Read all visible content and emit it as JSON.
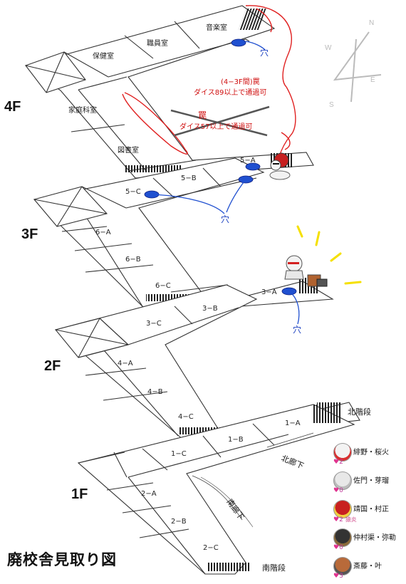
{
  "title": "廃校舎見取り図",
  "floors": {
    "f4": "4F",
    "f3": "3F",
    "f2": "2F",
    "f1": "1F"
  },
  "rooms": {
    "hoken": "保健室",
    "shokuin": "職員室",
    "ongaku": "音楽室",
    "katei": "家庭科室",
    "tosho": "図書室",
    "r5a": "5−A",
    "r5b": "5−B",
    "r5c": "5−C",
    "r6a": "6−A",
    "r6b": "6−B",
    "r6c": "6−C",
    "r3a": "3−A",
    "r3b": "3−B",
    "r3c": "3−C",
    "r4a": "4−A",
    "r4b": "4−B",
    "r4c": "4−C",
    "r1a": "1−A",
    "r1b": "1−B",
    "r1c": "1−C",
    "r2a": "2−A",
    "r2b": "2−B",
    "r2c": "2−C"
  },
  "labels": {
    "north_stairs": "北階段",
    "north_corridor": "北廊下",
    "south_corridor": "南廊下",
    "south_stairs": "南階段",
    "hole": "穴"
  },
  "annotations": {
    "trap1_title": "(4−3F間)罠",
    "trap1_text": "ダイス89以上で通過可",
    "trap2_title": "罠",
    "trap2_text": "ダイス57以上で通過可"
  },
  "compass": {
    "n": "N",
    "s": "S",
    "e": "E",
    "w": "W"
  },
  "members": [
    {
      "name": "緋野・桜火",
      "hp": "2",
      "cond": "",
      "hair": "#f3f3f3",
      "accent": "#d93030"
    },
    {
      "name": "佐門・芽瑠",
      "hp": "0",
      "cond": "",
      "hair": "#e8e8e8",
      "accent": "#bbbbbb"
    },
    {
      "name": "靖国・村正",
      "hp": "2",
      "cond": "猿炎",
      "hair": "#c82020",
      "accent": "#f0d040"
    },
    {
      "name": "仲村渠・弥勒",
      "hp": "0",
      "cond": "",
      "hair": "#333333",
      "accent": "#8a6a3a"
    },
    {
      "name": "斎藤・叶",
      "hp": "3",
      "cond": "",
      "hair": "#b86a3a",
      "accent": "#555555"
    }
  ],
  "colors": {
    "trap": "#e02020",
    "hole": "#2050d0",
    "stairs": "#222222",
    "sparkle": "#f5e000"
  }
}
